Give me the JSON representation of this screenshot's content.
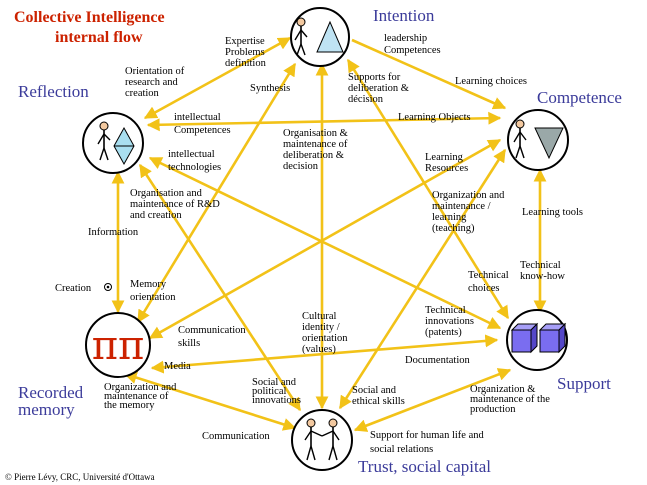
{
  "title": {
    "line1": "Collective Intelligence",
    "line2": "internal flow"
  },
  "credit": "© Pierre Lévy, CRC, Université d'Ottawa",
  "colors": {
    "arrow": "#f2c218",
    "title": "#cc2200",
    "node_title": "#3b3b9a",
    "circle_stroke": "#000000",
    "pi": "#cc2200",
    "cube": "#7a6df0"
  },
  "nodes": {
    "intention": {
      "title": "Intention",
      "icon": "person-triangle-icon"
    },
    "competence": {
      "title": "Competence",
      "icon": "person-inverted-triangle-icon"
    },
    "support": {
      "title": "Support",
      "icon": "cubes-icon"
    },
    "trust": {
      "title": "Trust, social capital",
      "icon": "two-persons-icon"
    },
    "memory": {
      "title_line1": "Recorded",
      "title_line2": "memory",
      "symbol": "ππ",
      "icon": "pi-pi-icon"
    },
    "reflection": {
      "title": "Reflection",
      "icon": "person-diamond-icon"
    }
  },
  "labels": {
    "expertise": [
      "Expertise",
      "Problems",
      "definition"
    ],
    "leadership": [
      "leadership",
      "Competences"
    ],
    "orientation_research": [
      "Orientation of",
      "research and",
      "creation"
    ],
    "synthesis": [
      "Synthesis"
    ],
    "supports_deliberation": [
      "Supports  for",
      "deliberation &",
      "décision"
    ],
    "learning_choices": [
      "Learning choices"
    ],
    "learning_objects": [
      "Learning Objects"
    ],
    "intellectual_competences": [
      "intellectual",
      "Competences"
    ],
    "organisation_deliberation": [
      "Organisation &",
      "maintenance of",
      "deliberation  &",
      "decision"
    ],
    "intellectual_technologies": [
      "intellectual",
      "technologies"
    ],
    "learning_resources": [
      "Learning",
      "Resources"
    ],
    "org_rd": [
      "Organisation and",
      "maintenance of R&D",
      "and creation"
    ],
    "org_learning": [
      "Organization and",
      "maintenance /",
      "learning",
      "(teaching)"
    ],
    "learning_tools": [
      "Learning tools"
    ],
    "information": [
      "Information"
    ],
    "technical_knowhow": [
      "Technical",
      "know-how"
    ],
    "technical_choices": [
      "Technical",
      "choices"
    ],
    "creation": [
      "Creation"
    ],
    "memory_orientation": [
      "Memory",
      "orientation"
    ],
    "technical_innovations": [
      "Technical",
      "innovations",
      "(patents)"
    ],
    "communication_skills": [
      "Communication",
      "skills"
    ],
    "cultural_identity": [
      "Cultural",
      "identity /",
      "orientation",
      "(values)"
    ],
    "media": [
      "Media"
    ],
    "documentation": [
      "Documentation"
    ],
    "org_memory": [
      "Organization and",
      "maintenance of",
      "the memory"
    ],
    "social_political": [
      "Social and",
      "political",
      "innovations"
    ],
    "social_ethical": [
      "Social and",
      "ethical skills"
    ],
    "org_production": [
      "Organization &",
      "maintenance of the",
      "production"
    ],
    "communication": [
      "Communication"
    ],
    "support_human": [
      "Support  for human life and",
      "social relations"
    ]
  }
}
